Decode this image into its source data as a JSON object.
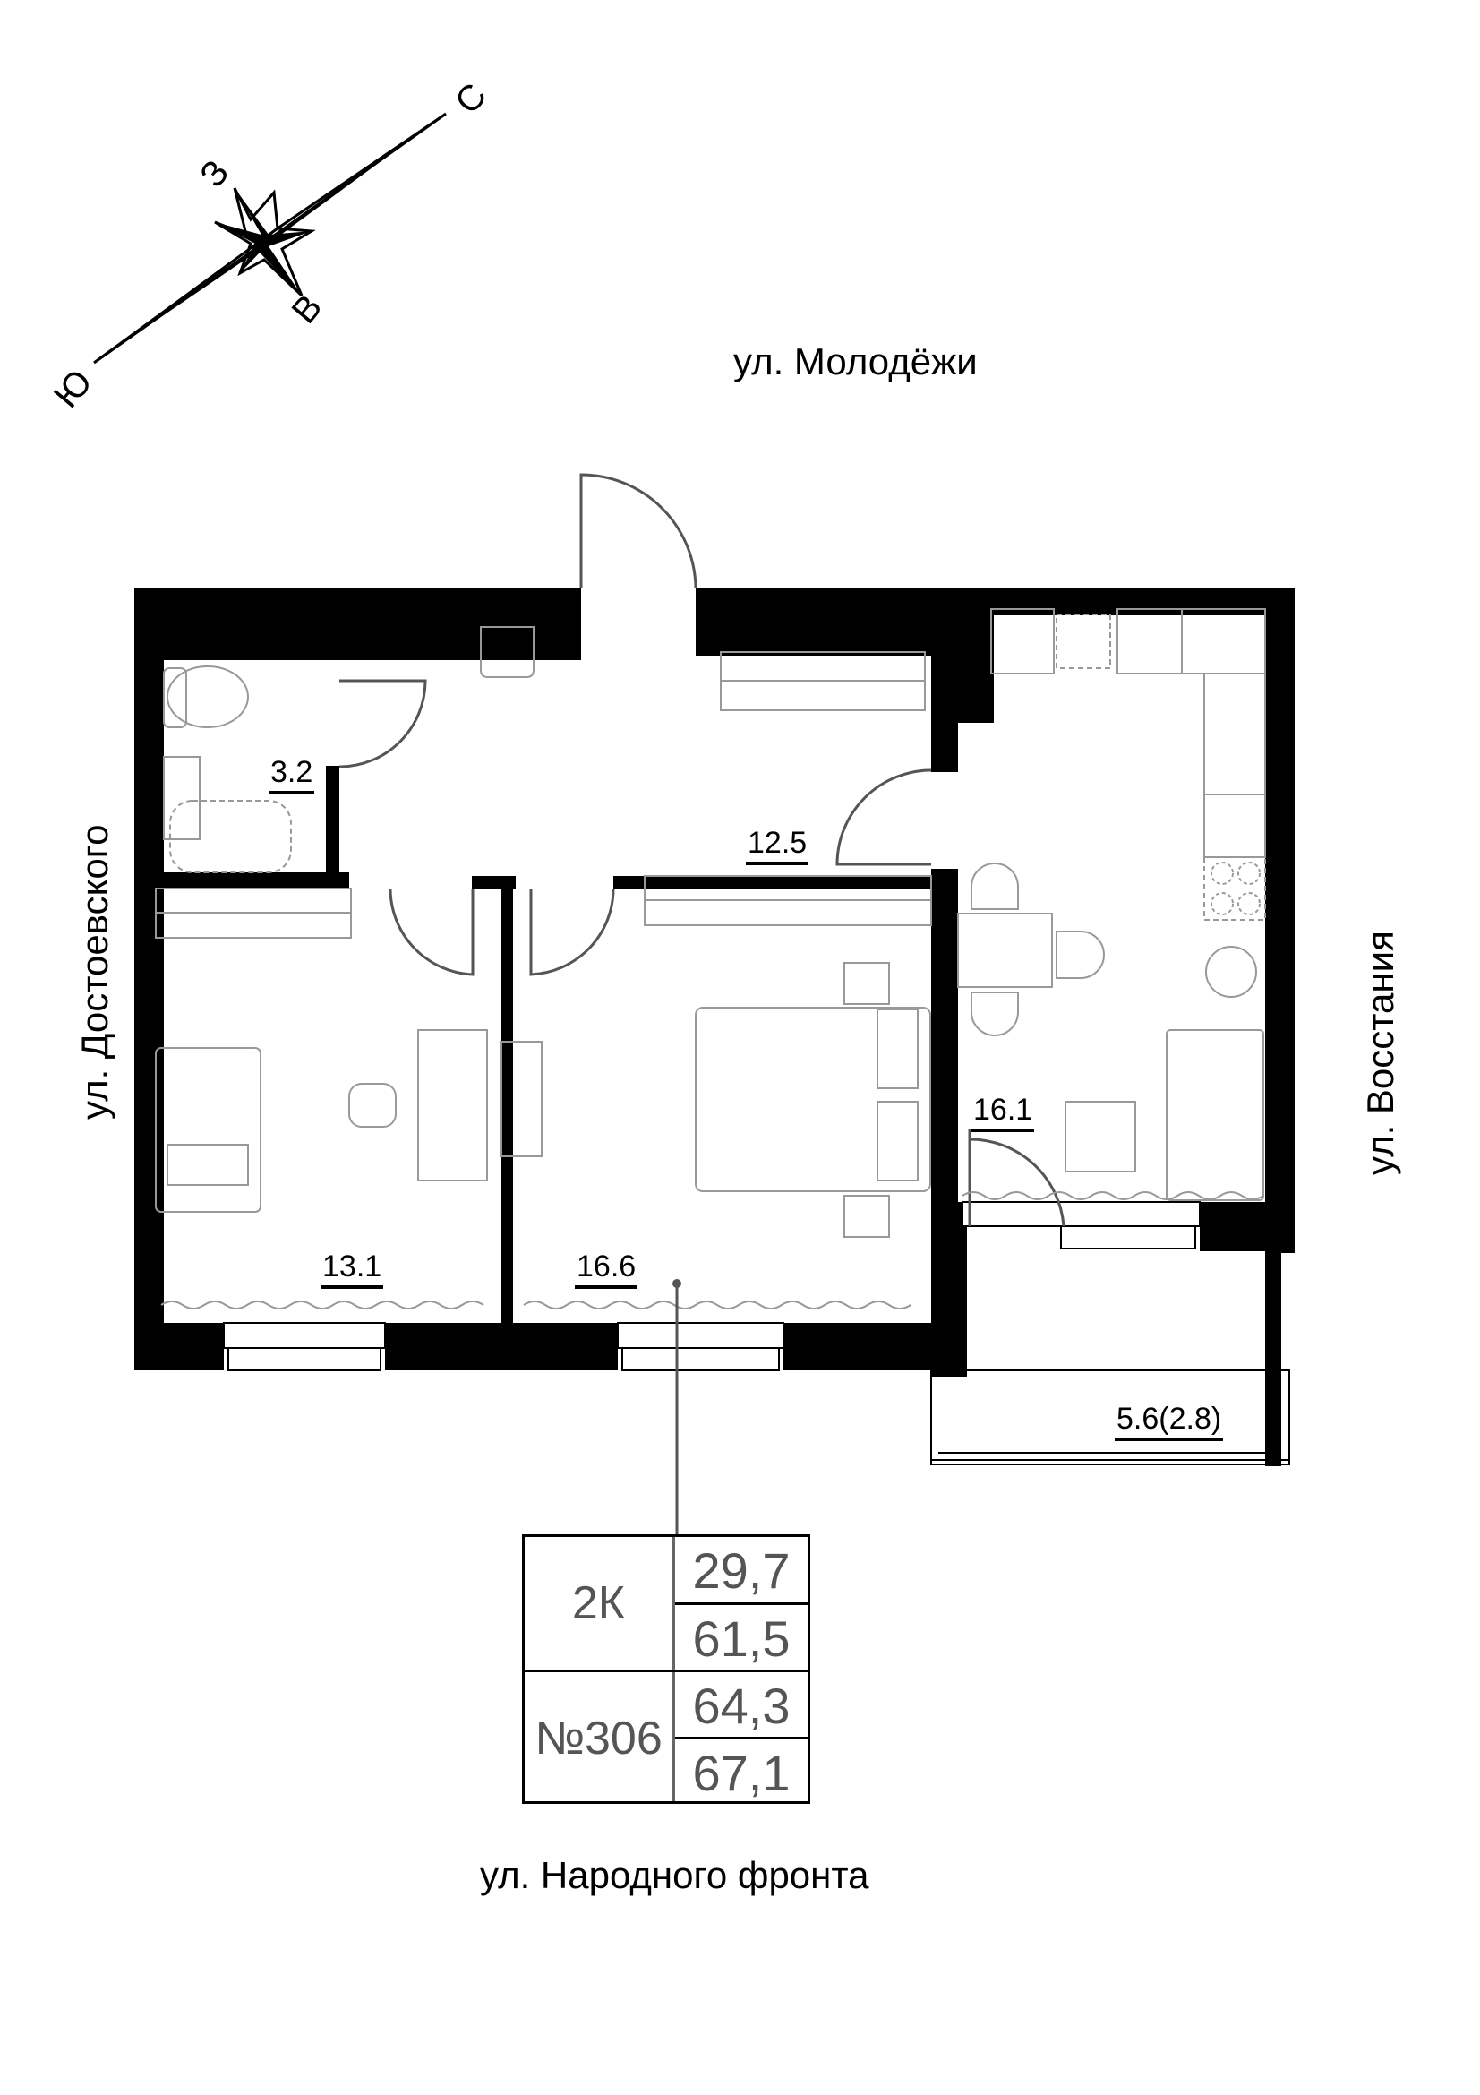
{
  "compass": {
    "north": "С",
    "south": "Ю",
    "east": "В",
    "west": "З"
  },
  "streets": {
    "top": "ул. Молодёжи",
    "left": "ул. Достоевского",
    "right": "ул. Восстания",
    "bottom": "ул. Народного фронта"
  },
  "rooms": [
    {
      "id": "bathroom",
      "area": "3.2"
    },
    {
      "id": "hallway",
      "area": "12.5"
    },
    {
      "id": "bedroom-small",
      "area": "13.1"
    },
    {
      "id": "bedroom-large",
      "area": "16.6"
    },
    {
      "id": "kitchen-living",
      "area": "16.1"
    },
    {
      "id": "balcony",
      "area": "5.6(2.8)"
    }
  ],
  "summary": {
    "type": "2К",
    "number": "№306",
    "living_area": "29,7",
    "total_area": "61,5",
    "area_with_balcony_reduced": "64,3",
    "area_with_balcony_full": "67,1"
  },
  "colors": {
    "wall": "#000000",
    "furniture": "#999999",
    "door": "#555555",
    "summary_text": "#555555"
  }
}
